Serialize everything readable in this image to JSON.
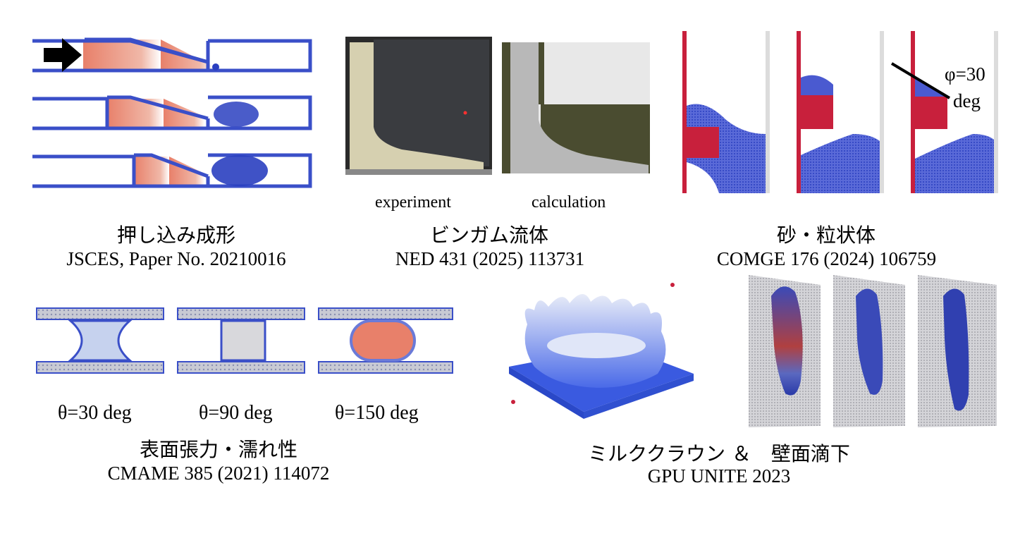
{
  "panels": {
    "extrusion": {
      "title": "押し込み成形",
      "reference": "JSCES, Paper No. 20210016"
    },
    "bingham": {
      "title": "ビンガム流体",
      "reference": "NED 431 (2025) 113731",
      "label_left": "experiment",
      "label_right": "calculation"
    },
    "granular": {
      "title": "砂・粒状体",
      "reference": "COMGE 176 (2024) 106759",
      "angle_line1": "φ=30",
      "angle_line2": "deg"
    },
    "wetting": {
      "title": "表面張力・濡れ性",
      "reference": "CMAME 385 (2021) 114072",
      "angles": [
        "θ=30 deg",
        "θ=90 deg",
        "θ=150 deg"
      ]
    },
    "crown": {
      "title": "ミルククラウン ＆　壁面滴下",
      "reference": "GPU UNITE 2023"
    }
  },
  "colors": {
    "wall_blue": "#3a4fc8",
    "fluid_orange": "#e8806a",
    "particle_blue": "#2a3fc0",
    "red_block": "#c8203c"
  }
}
